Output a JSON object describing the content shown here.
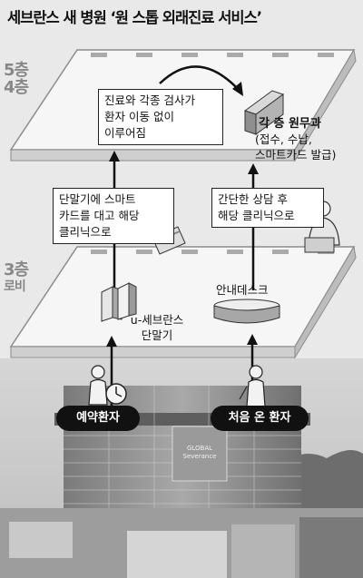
{
  "title": "세브란스 새 병원 ‘원 스톱 외래진료 서비스’",
  "floors": {
    "upper_top": "5층",
    "upper_bottom": "4층",
    "lobby_top": "3층",
    "lobby_bottom": "로비"
  },
  "boxes": {
    "exam": [
      "진료와 각종 검사가",
      "환자 이동 없이",
      "이루어짐"
    ],
    "card": [
      "단말기에 스마트",
      "카드를 대고 해당",
      "클리닉으로"
    ],
    "consult": [
      "간단한 상담 후",
      "해당 클리닉으로"
    ]
  },
  "labels": {
    "department_title": "각 층 원무과",
    "department_sub": [
      "(접수, 수납,",
      "스마트카드 발급)"
    ],
    "kiosk": [
      "u-세브란스",
      "단말기"
    ],
    "info_desk": "안내데스크",
    "building_sign": [
      "GLOBAL",
      "Severance"
    ]
  },
  "patients": {
    "reserved": "예약환자",
    "first_visit": "처음 온 환자"
  },
  "colors": {
    "platform": "#f7f7f7",
    "platform_edge": "#9a9a9a",
    "pill": "#111111",
    "building": "#8a8a8a"
  }
}
